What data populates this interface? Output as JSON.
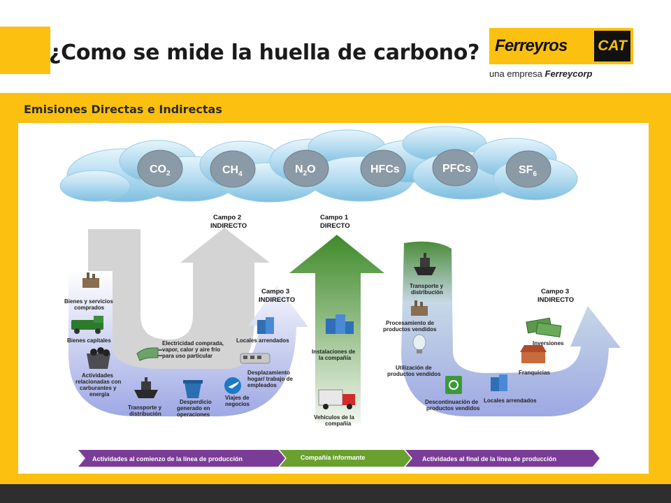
{
  "header": {
    "title": "¿Como se mide la huella de carbono?",
    "logo_name": "Ferreyros",
    "logo_cat": "CAT",
    "logo_sub_prefix": "una empresa ",
    "logo_sub_brand": "Ferreycorp"
  },
  "section": {
    "subtitle": "Emisiones Directas e Indirectas"
  },
  "clouds": {
    "gases": [
      {
        "main": "CO",
        "sub": "2"
      },
      {
        "main": "CH",
        "sub": "4"
      },
      {
        "main": "N",
        "sub": "2",
        "after": "O"
      },
      {
        "main": "HFCs",
        "sub": ""
      },
      {
        "main": "PFCs",
        "sub": ""
      },
      {
        "main": "SF",
        "sub": "6"
      }
    ]
  },
  "campos": {
    "campo2": [
      "Campo 2",
      "INDIRECTO"
    ],
    "campo1": [
      "Campo 1",
      "DIRECTO"
    ],
    "campo3_left": [
      "Campo 3",
      "INDIRECTO"
    ],
    "campo3_right": [
      "Campo 3",
      "INDIRECTO"
    ]
  },
  "left_items": [
    [
      "Bienes y servicios",
      "comprados"
    ],
    [
      "Bienes capitales"
    ],
    [
      "Actividades",
      "relacionadas con",
      "carburantes y",
      "energía"
    ],
    [
      "Transporte y",
      "distribución"
    ],
    [
      "Desperdicio",
      "generado en",
      "operaciones"
    ],
    [
      "Viajes de",
      "negocios"
    ],
    [
      "Desplazamiento",
      "hogar/ trabajo de",
      "empleados"
    ],
    [
      "Locales arrendados"
    ],
    [
      "Electricidad comprada,",
      "vapor, calor y aire frío",
      "para uso particular"
    ]
  ],
  "center_items": [
    [
      "Instalaciones de",
      "la compañía"
    ],
    [
      "Vehículos de la",
      "compañía"
    ]
  ],
  "right_items": [
    [
      "Transporte y",
      "distribución"
    ],
    [
      "Procesamiento de",
      "productos vendidos"
    ],
    [
      "Utilización de",
      "productos vendidos"
    ],
    [
      "Descontinuación de",
      "productos vendidos"
    ],
    [
      "Locales arrendados"
    ],
    [
      "Franquicias"
    ],
    [
      "Inversiones"
    ]
  ],
  "bottom_bar": {
    "left": "Actividades al comienzo de la línea de producción",
    "center": "Compañía informante",
    "right": "Actividades al final de la línea de producción"
  },
  "colors": {
    "brand_yellow": "#fcc010",
    "arrow_purple": "#7a3c96",
    "arrow_green": "#6aa02e",
    "cloud_blue": "#b5dcf0"
  }
}
